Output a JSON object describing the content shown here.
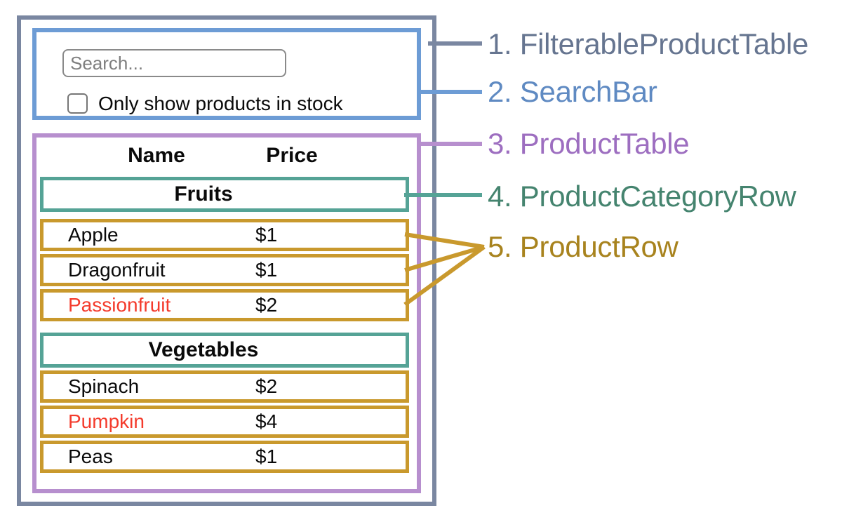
{
  "colors": {
    "filterable_product_table_border": "#7a87a1",
    "search_bar_border": "#6d9cd5",
    "product_table_border": "#b78fce",
    "product_category_row_border": "#55a396",
    "product_row_border": "#c9992d",
    "out_of_stock_text": "#f43b2c",
    "legend_1": "#667590",
    "legend_2": "#5f8ac2",
    "legend_3": "#9d6ec0",
    "legend_4": "#45846f",
    "legend_5": "#a8831e"
  },
  "search_bar": {
    "placeholder": "Search...",
    "checkbox_label": "Only show products in stock",
    "checkbox_checked": false
  },
  "product_table": {
    "headers": {
      "name": "Name",
      "price": "Price"
    },
    "sections": [
      {
        "category": "Fruits",
        "rows": [
          {
            "name": "Apple",
            "price": "$1",
            "stocked": true
          },
          {
            "name": "Dragonfruit",
            "price": "$1",
            "stocked": true
          },
          {
            "name": "Passionfruit",
            "price": "$2",
            "stocked": false
          }
        ]
      },
      {
        "category": "Vegetables",
        "rows": [
          {
            "name": "Spinach",
            "price": "$2",
            "stocked": true
          },
          {
            "name": "Pumpkin",
            "price": "$4",
            "stocked": false
          },
          {
            "name": "Peas",
            "price": "$1",
            "stocked": true
          }
        ]
      }
    ]
  },
  "legend": {
    "items": [
      {
        "label": "1. FilterableProductTable"
      },
      {
        "label": "2. SearchBar"
      },
      {
        "label": "3. ProductTable"
      },
      {
        "label": "4. ProductCategoryRow"
      },
      {
        "label": "5. ProductRow"
      }
    ]
  }
}
